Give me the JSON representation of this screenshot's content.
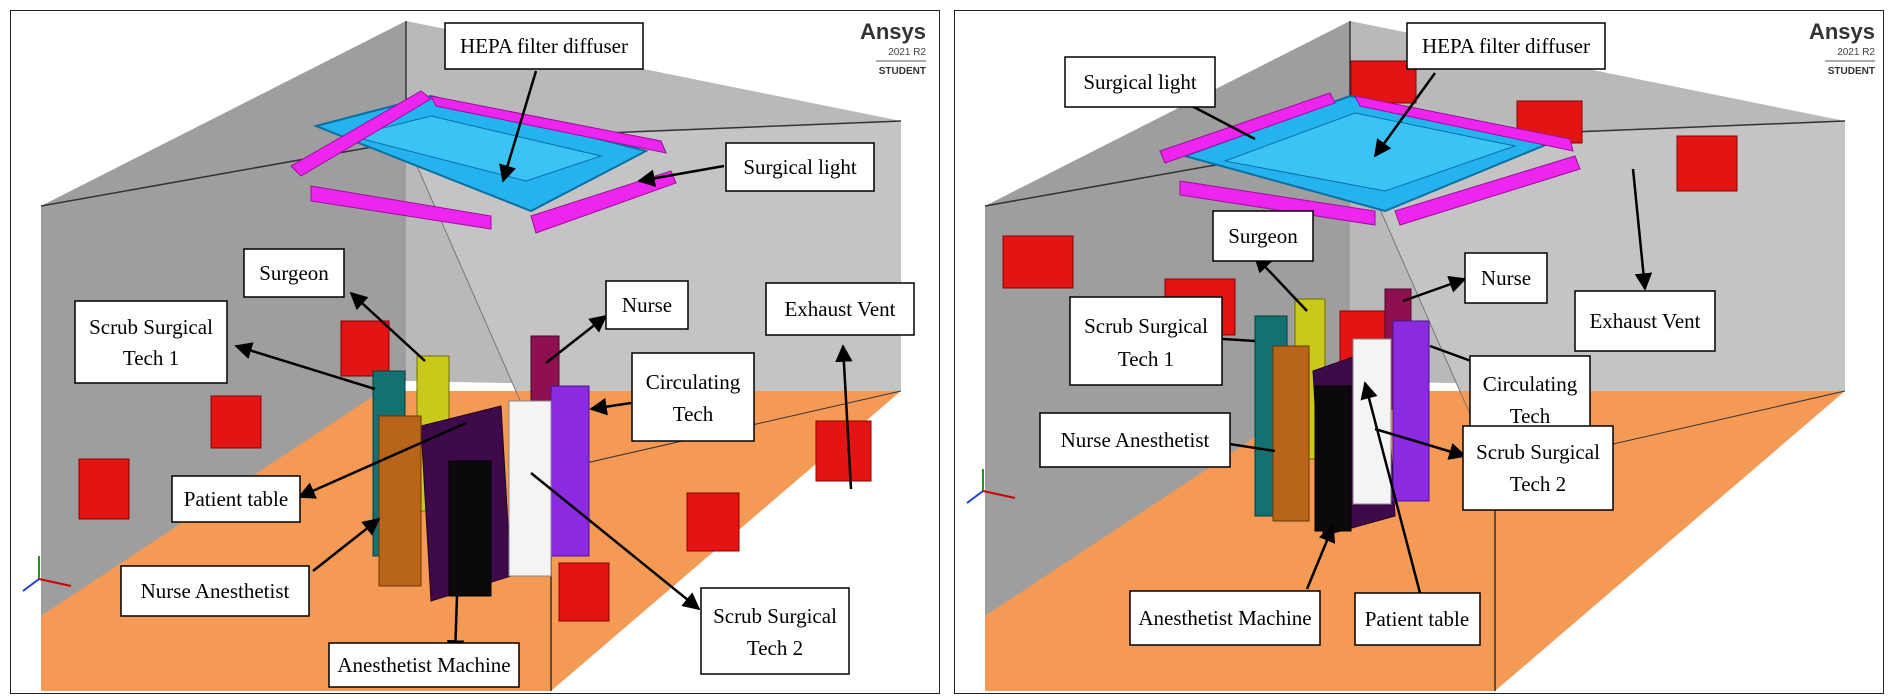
{
  "colors": {
    "wall": "#a6a6a6",
    "wall_right": "#b8b8b8",
    "floor": "#f59a55",
    "vent_red": "#e41414",
    "hepa_blue": "#24b3ee",
    "light_magenta": "#ee25ee",
    "surgeon": "#c9c91c",
    "scrub1": "#13716f",
    "nurse": "#8e1050",
    "circulating": "#8a2be2",
    "patient_table": "#3f0a4a",
    "scrub2": "#f4f4f4",
    "nurse_anesthetist": "#b8651b",
    "machine": "#0a0a0a"
  },
  "panels": [
    {
      "watermark": {
        "brand": "Ansys",
        "version": "2021 R2",
        "edition": "STUDENT"
      },
      "labels": {
        "hepa": "HEPA filter diffuser",
        "surgical_light": "Surgical light",
        "surgeon": "Surgeon",
        "scrub1_line1": "Scrub Surgical",
        "scrub1_line2": "Tech 1",
        "nurse": "Nurse",
        "exhaust": "Exhaust Vent",
        "circulating_line1": "Circulating",
        "circulating_line2": "Tech",
        "patient_table": "Patient table",
        "nurse_anesthetist": "Nurse Anesthetist",
        "machine": "Anesthetist Machine",
        "scrub2_line1": "Scrub Surgical",
        "scrub2_line2": "Tech 2"
      }
    },
    {
      "watermark": {
        "brand": "Ansys",
        "version": "2021 R2",
        "edition": "STUDENT"
      },
      "labels": {
        "hepa": "HEPA filter diffuser",
        "surgical_light": "Surgical light",
        "surgeon": "Surgeon",
        "scrub1_line1": "Scrub Surgical",
        "scrub1_line2": "Tech 1",
        "nurse": "Nurse",
        "exhaust": "Exhaust Vent",
        "circulating_line1": "Circulating",
        "circulating_line2": "Tech",
        "patient_table": "Patient table",
        "nurse_anesthetist": "Nurse Anesthetist",
        "machine": "Anesthetist Machine",
        "scrub2_line1": "Scrub Surgical",
        "scrub2_line2": "Tech 2"
      }
    }
  ]
}
